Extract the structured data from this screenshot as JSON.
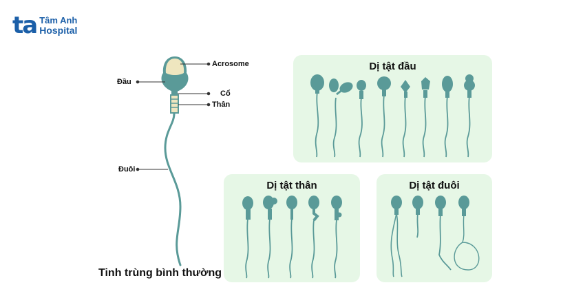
{
  "logo": {
    "mark": "ta",
    "line1": "Tâm Anh",
    "line2": "Hospital",
    "color": "#1b5fa8"
  },
  "normal_sperm": {
    "caption": "Tinh trùng bình thường",
    "labels": {
      "acrosome": "Acrosome",
      "head": "Đầu",
      "neck": "Cổ",
      "body": "Thân",
      "tail": "Đuôi"
    }
  },
  "panels": {
    "head_defects": {
      "title": "Dị tật đầu"
    },
    "body_defects": {
      "title": "Dị tật thân"
    },
    "tail_defects": {
      "title": "Dị tật đuôi"
    }
  },
  "colors": {
    "sperm": "#5a9a98",
    "acrosome": "#efe6bf",
    "panel_bg": "#e6f7e6",
    "tail": "#5a9a98"
  }
}
